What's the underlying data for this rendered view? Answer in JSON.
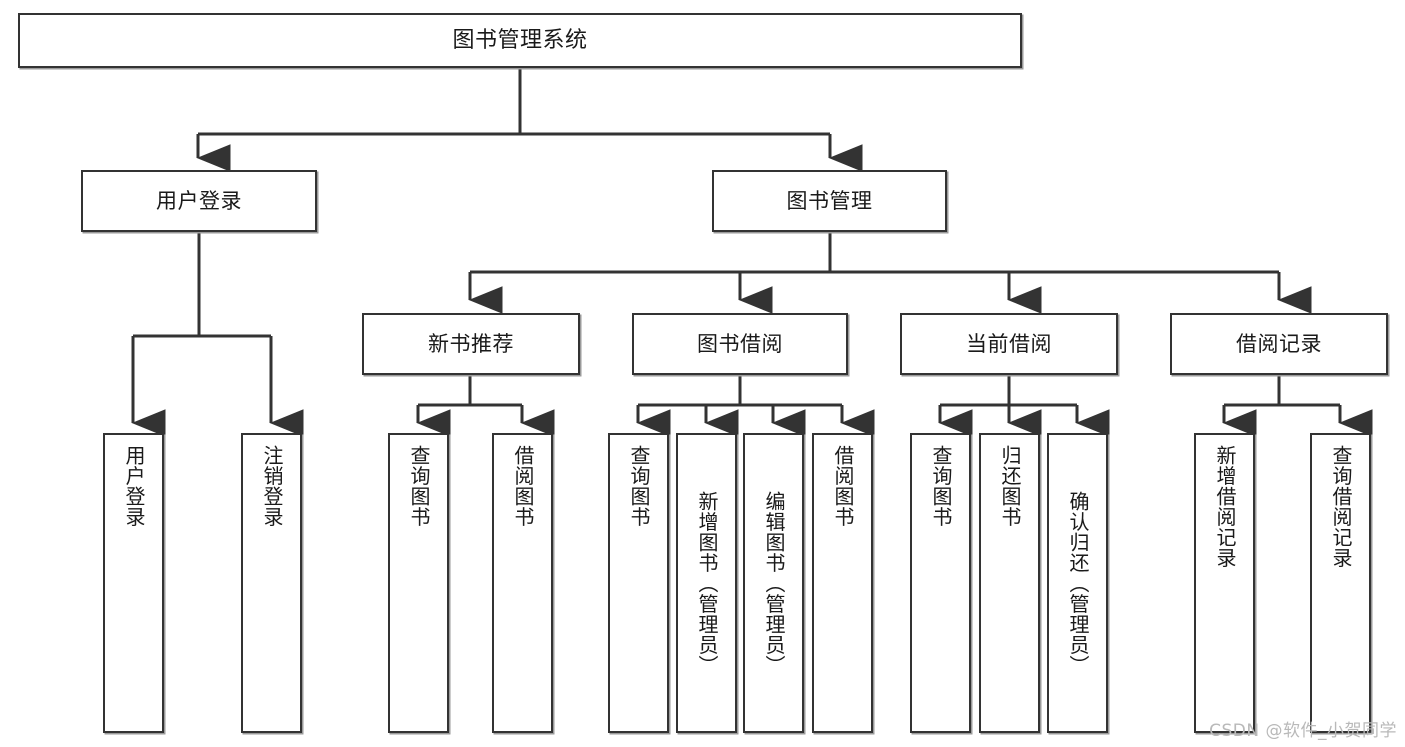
{
  "diagram": {
    "title": "图书管理系统",
    "type": "tree",
    "watermark": "CSDN @软件_小贺同学",
    "colors": {
      "box_border": "#333333",
      "box_fill": "#ffffff",
      "connector": "#333333",
      "shadow": "#9a9a9a",
      "watermark": "#b9b9b9",
      "background": "#ffffff"
    },
    "root": {
      "label": "图书管理系统"
    },
    "level2": [
      {
        "label": "用户登录"
      },
      {
        "label": "图书管理"
      }
    ],
    "level3": [
      {
        "label": "新书推荐"
      },
      {
        "label": "图书借阅"
      },
      {
        "label": "当前借阅"
      },
      {
        "label": "借阅记录"
      }
    ],
    "leaves": {
      "user_login": [
        {
          "label": "用户登录"
        },
        {
          "label": "注销登录"
        }
      ],
      "new_book_recommend": [
        {
          "label": "查询图书"
        },
        {
          "label": "借阅图书"
        }
      ],
      "book_borrow": [
        {
          "label": "查询图书"
        },
        {
          "label": "新增图书（管理员）"
        },
        {
          "label": "编辑图书（管理员）"
        },
        {
          "label": "借阅图书"
        }
      ],
      "current_borrow": [
        {
          "label": "查询图书"
        },
        {
          "label": "归还图书"
        },
        {
          "label": "确认归还（管理员）"
        }
      ],
      "borrow_record": [
        {
          "label": "新增借阅记录"
        },
        {
          "label": "查询借阅记录"
        }
      ]
    }
  }
}
